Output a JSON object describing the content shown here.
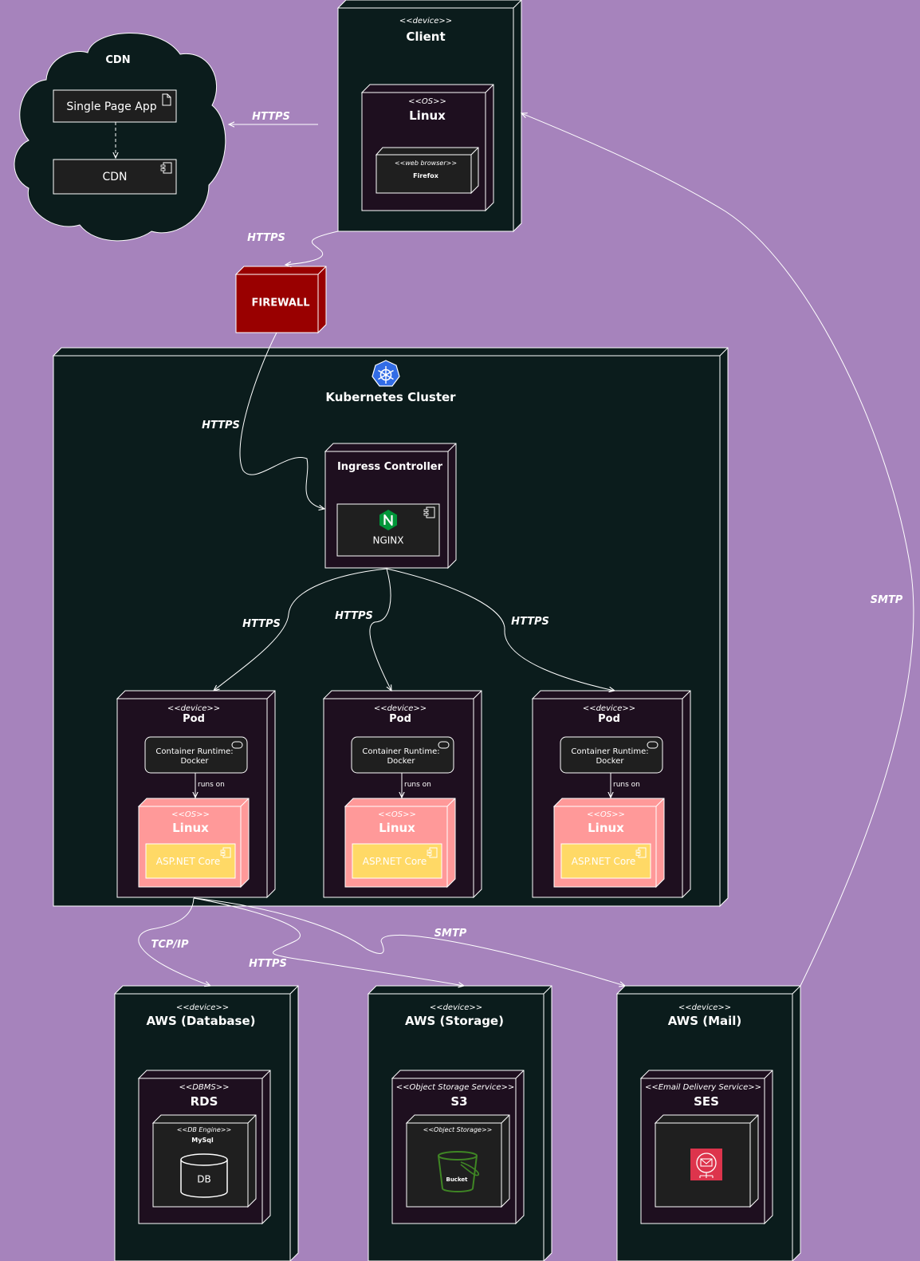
{
  "colors": {
    "background": "#a683bc",
    "node_dark": "#0b1c1c",
    "node_inner": "#1e0f1f",
    "box": "#1f1f1f",
    "firewall": "#990000",
    "os_pink": "#ff9999",
    "app_yellow": "#ffd966",
    "kubernetes_blue": "#326ce5",
    "nginx_green": "#009639",
    "bucket_green": "#3f8624",
    "ses_red": "#dd344c",
    "line": "#ffffff"
  },
  "cdn": {
    "title": "CDN",
    "spa_label": "Single Page App",
    "spa_icon": "document-icon",
    "cdn_box_label": "CDN",
    "cdn_box_icon": "component-icon"
  },
  "client": {
    "stereotype": "<<device>>",
    "title": "Client",
    "os_stereotype": "<<OS>>",
    "os_title": "Linux",
    "browser_stereotype": "<<web browser>>",
    "browser_title": "Firefox"
  },
  "firewall": {
    "label": "FIREWALL"
  },
  "cluster": {
    "title": "Kubernetes Cluster",
    "icon": "kubernetes-helm-icon",
    "ingress_title": "Ingress Controller",
    "nginx_label": "NGINX",
    "nginx_icon": "nginx-icon"
  },
  "pods": [
    {
      "stereotype": "<<device>>",
      "title": "Pod",
      "runtime": "Container Runtime:",
      "runtime2": "Docker",
      "runs_on": "runs on",
      "os_stereotype": "<<OS>>",
      "os_title": "Linux",
      "app": "ASP.NET Core"
    },
    {
      "stereotype": "<<device>>",
      "title": "Pod",
      "runtime": "Container Runtime:",
      "runtime2": "Docker",
      "runs_on": "runs on",
      "os_stereotype": "<<OS>>",
      "os_title": "Linux",
      "app": "ASP.NET Core"
    },
    {
      "stereotype": "<<device>>",
      "title": "Pod",
      "runtime": "Container Runtime:",
      "runtime2": "Docker",
      "runs_on": "runs on",
      "os_stereotype": "<<OS>>",
      "os_title": "Linux",
      "app": "ASP.NET Core"
    }
  ],
  "aws_db": {
    "stereotype": "<<device>>",
    "title": "AWS (Database)",
    "dbms_stereotype": "<<DBMS>>",
    "dbms_title": "RDS",
    "engine_stereotype": "<<DB Engine>>",
    "engine_title": "MySql",
    "db_label": "DB"
  },
  "aws_storage": {
    "stereotype": "<<device>>",
    "title": "AWS (Storage)",
    "service_stereotype": "<<Object Storage Service>>",
    "service_title": "S3",
    "object_stereotype": "<<Object Storage>>",
    "bucket_label": "Bucket"
  },
  "aws_mail": {
    "stereotype": "<<device>>",
    "title": "AWS (Mail)",
    "service_stereotype": "<<Email Delivery Service>>",
    "service_title": "SES",
    "icon": "ses-icon"
  },
  "edges": {
    "client_cdn": "HTTPS",
    "client_firewall": "HTTPS",
    "firewall_ingress": "HTTPS",
    "ingress_pod1": "HTTPS",
    "ingress_pod2": "HTTPS",
    "ingress_pod3": "HTTPS",
    "cluster_db": "TCP/IP",
    "cluster_storage": "HTTPS",
    "cluster_mail": "SMTP",
    "mail_client": "SMTP"
  }
}
